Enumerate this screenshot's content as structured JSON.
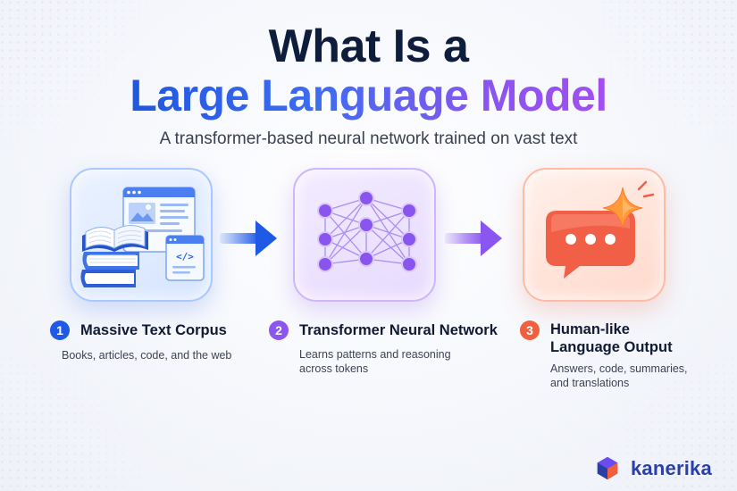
{
  "title": {
    "line1": "What Is a",
    "line2": "Large Language Model"
  },
  "subtitle": "A transformer-based neural network trained on vast text",
  "steps": [
    {
      "number": "1",
      "title": "Massive Text Corpus",
      "description": "Books, articles, code, and the web",
      "icon": "books-and-documents-icon",
      "color": "#1f5ae6"
    },
    {
      "number": "2",
      "title": "Transformer Neural Network",
      "description_line1": "Learns patterns and reasoning",
      "description_line2": "across tokens",
      "icon": "neural-network-icon",
      "color": "#8b55ef"
    },
    {
      "number": "3",
      "title_line1": "Human-like",
      "title_line2": "Language Output",
      "description_line1": "Answers, code, summaries,",
      "description_line2": "and translations",
      "icon": "chat-bubble-sparkle-icon",
      "color": "#f0603e"
    }
  ],
  "code_glyph": "</>",
  "brand": {
    "name": "kanerika",
    "icon": "kanerika-cube-logo"
  }
}
